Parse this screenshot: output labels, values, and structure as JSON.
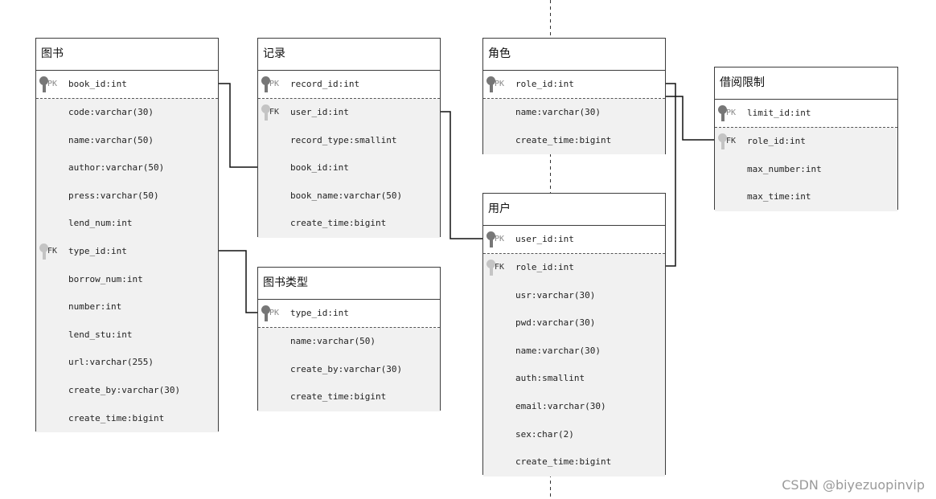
{
  "tables": {
    "book": {
      "title": "图书",
      "pk": {
        "tag": "PK",
        "field": "book_id:int"
      },
      "fields": [
        {
          "tag": "",
          "field": "code:varchar(30)"
        },
        {
          "tag": "",
          "field": "name:varchar(50)"
        },
        {
          "tag": "",
          "field": "author:varchar(50)"
        },
        {
          "tag": "",
          "field": "press:varchar(50)"
        },
        {
          "tag": "",
          "field": "lend_num:int"
        },
        {
          "tag": "FK",
          "field": "type_id:int"
        },
        {
          "tag": "",
          "field": "borrow_num:int"
        },
        {
          "tag": "",
          "field": "number:int"
        },
        {
          "tag": "",
          "field": "lend_stu:int"
        },
        {
          "tag": "",
          "field": "url:varchar(255)"
        },
        {
          "tag": "",
          "field": "create_by:varchar(30)"
        },
        {
          "tag": "",
          "field": "create_time:bigint"
        }
      ]
    },
    "record": {
      "title": "记录",
      "pk": {
        "tag": "PK",
        "field": "record_id:int"
      },
      "fields": [
        {
          "tag": "FK",
          "field": "user_id:int"
        },
        {
          "tag": "",
          "field": "record_type:smallint"
        },
        {
          "tag": "",
          "field": "book_id:int"
        },
        {
          "tag": "",
          "field": "book_name:varchar(50)"
        },
        {
          "tag": "",
          "field": "create_time:bigint"
        }
      ]
    },
    "book_type": {
      "title": "图书类型",
      "pk": {
        "tag": "PK",
        "field": "type_id:int"
      },
      "fields": [
        {
          "tag": "",
          "field": "name:varchar(50)"
        },
        {
          "tag": "",
          "field": "create_by:varchar(30)"
        },
        {
          "tag": "",
          "field": "create_time:bigint"
        }
      ]
    },
    "role": {
      "title": "角色",
      "pk": {
        "tag": "PK",
        "field": "role_id:int"
      },
      "fields": [
        {
          "tag": "",
          "field": "name:varchar(30)"
        },
        {
          "tag": "",
          "field": "create_time:bigint"
        }
      ]
    },
    "user": {
      "title": "用户",
      "pk": {
        "tag": "PK",
        "field": "user_id:int"
      },
      "fields": [
        {
          "tag": "FK",
          "field": "role_id:int"
        },
        {
          "tag": "",
          "field": "usr:varchar(30)"
        },
        {
          "tag": "",
          "field": "pwd:varchar(30)"
        },
        {
          "tag": "",
          "field": "name:varchar(30)"
        },
        {
          "tag": "",
          "field": "auth:smallint"
        },
        {
          "tag": "",
          "field": "email:varchar(30)"
        },
        {
          "tag": "",
          "field": "sex:char(2)"
        },
        {
          "tag": "",
          "field": "create_time:bigint"
        }
      ]
    },
    "borrow_limit": {
      "title": "借阅限制",
      "pk": {
        "tag": "PK",
        "field": "limit_id:int"
      },
      "fields": [
        {
          "tag": "FK",
          "field": "role_id:int"
        },
        {
          "tag": "",
          "field": "max_number:int"
        },
        {
          "tag": "",
          "field": "max_time:int"
        }
      ]
    }
  },
  "watermark": "CSDN @biyezuopinvip"
}
